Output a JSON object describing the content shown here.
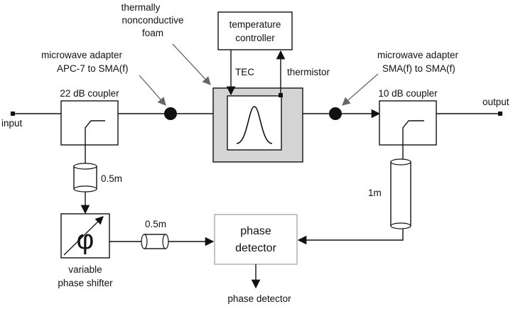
{
  "labels": {
    "foam_line1": "thermally",
    "foam_line2": "nonconductive",
    "foam_line3": "foam",
    "temp_line1": "temperature",
    "temp_line2": "controller",
    "adapter_left_line1": "microwave adapter",
    "adapter_left_line2": "APC-7 to SMA(f)",
    "adapter_right_line1": "microwave adapter",
    "adapter_right_line2": "SMA(f) to SMA(f)",
    "tec": "TEC",
    "thermistor": "thermistor",
    "coupler_22": "22 dB coupler",
    "coupler_10": "10 dB coupler",
    "input": "input",
    "output": "output",
    "cable_left": "0.5m",
    "cable_mid": "0.5m",
    "cable_right": "1m",
    "phase_box_line1": "phase",
    "phase_box_line2": "detector",
    "shifter_line1": "variable",
    "shifter_line2": "phase shifter",
    "phase_output": "phase detector",
    "phi_symbol": "φ"
  },
  "colors": {
    "foam_fill": "#d4d4d4",
    "line": "#111111",
    "phase_box_border": "#aaaaaa"
  }
}
